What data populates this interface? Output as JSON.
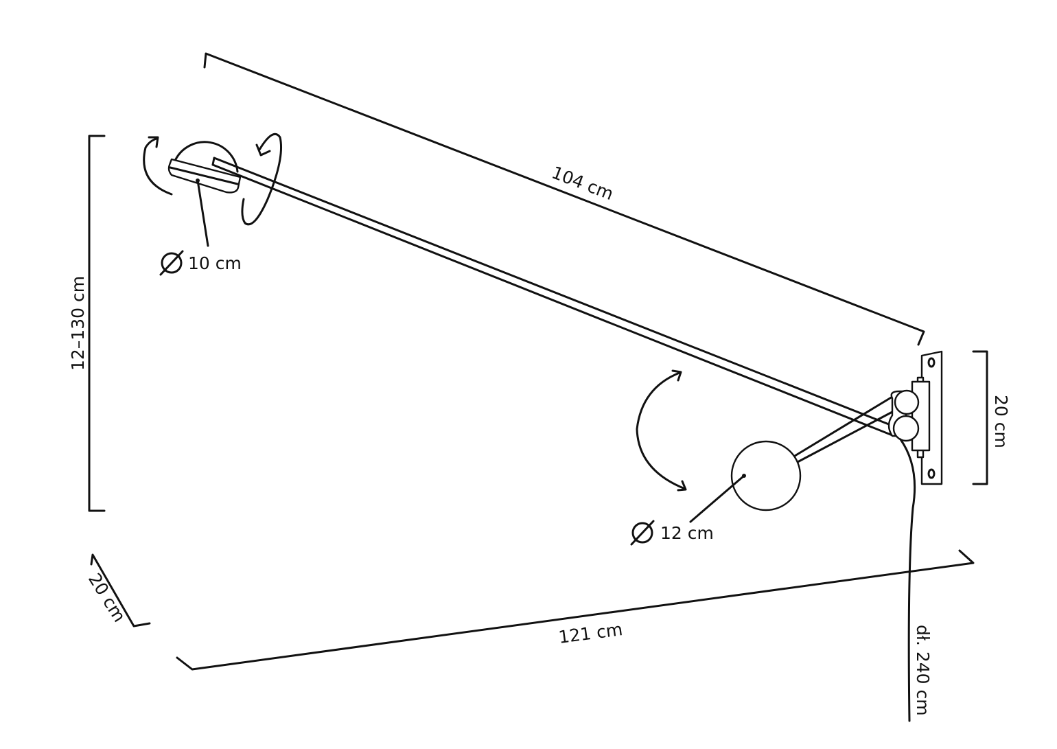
{
  "diagram": {
    "labels": {
      "arm_length": "104 cm",
      "height_range": "12–130 cm",
      "head_diameter": "10 cm",
      "ball_diameter": "12 cm",
      "mount_height": "20 cm",
      "projection": "121 cm",
      "mount_depth": "20 cm",
      "cable_length": "dł. 240 cm"
    },
    "colors": {
      "line": "#111111",
      "background": "#ffffff"
    }
  }
}
